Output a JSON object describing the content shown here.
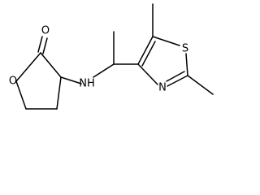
{
  "molecule": {
    "atoms": {
      "carbonyl_oxygen": "O",
      "ring_oxygen": "O",
      "amine": "NH",
      "sulfur": "S",
      "ring_nitrogen": "N"
    }
  },
  "colors": {
    "bond": "#000000",
    "label": "#000000",
    "background": "#ffffff"
  }
}
